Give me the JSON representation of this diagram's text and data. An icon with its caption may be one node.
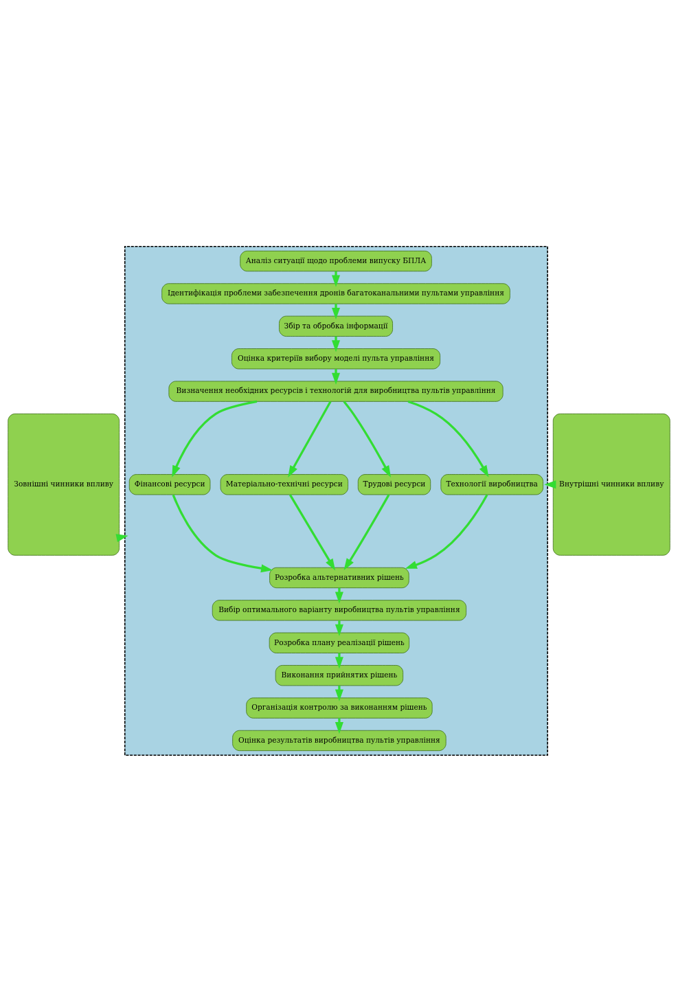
{
  "diagram": {
    "nodes": [
      {
        "text": [],
        "shape": "box"
      },
      {
        "text": [
          "Аналіз ситуації щодо проблеми випуску БПЛА"
        ],
        "in": 0
      },
      {
        "text": [
          "Ідентифікація проблеми забезпечення дронів багатоканальними пультами управління"
        ],
        "in": 0
      },
      {
        "text": [
          "Збір та обробка інформації"
        ],
        "in": 0
      },
      {
        "text": [
          "Оцінка критеріїв вибору моделі пульта управління"
        ],
        "in": 0
      },
      {
        "text": [
          "Визначення необхідних ресурсів і технологій для виробництва пультів управління"
        ],
        "in": 0
      },
      {
        "text": [
          "Фінансові ресурси"
        ],
        "in": 0
      },
      {
        "text": [
          "Матеріально-технічні ресурси"
        ],
        "in": 0
      },
      {
        "text": [
          "Трудові ресурси"
        ],
        "in": 0
      },
      {
        "text": [
          "Технології виробництва"
        ],
        "in": 0
      },
      {
        "text": [
          "Розробка альтернативних рішень"
        ],
        "in": 0
      },
      {
        "text": [
          "Вибір оптимального варіанту виробництва пультів управління"
        ],
        "in": 0
      },
      {
        "text": [
          "Розробка плану реалізації рішень"
        ],
        "in": 0
      },
      {
        "text": [
          "Виконання прийнятих рішень"
        ],
        "in": 0
      },
      {
        "text": [
          "Організація контролю за виконанням рішень"
        ],
        "in": 0
      },
      {
        "text": [
          "Оцінка результатів виробництва пультів управління"
        ],
        "in": 0
      },
      {
        "text": [
          "Зовнішні чинники впливу"
        ]
      },
      {
        "text": [
          "Внутрішні чинники впливу"
        ]
      }
    ],
    "edges": [
      {
        "from": 1,
        "to": 2,
        "arrow": "to"
      },
      {
        "from": 2,
        "to": 3,
        "arrow": "to"
      },
      {
        "from": 3,
        "to": 4,
        "arrow": "to"
      },
      {
        "from": 4,
        "to": 5,
        "arrow": "to"
      },
      {
        "from": 5,
        "to": 6,
        "arrow": "to"
      },
      {
        "from": 5,
        "to": 7,
        "arrow": "to"
      },
      {
        "from": 5,
        "to": 8,
        "arrow": "to"
      },
      {
        "from": 5,
        "to": 9,
        "arrow": "to"
      },
      {
        "from": 6,
        "to": 10,
        "arrow": "to"
      },
      {
        "from": 7,
        "to": 10,
        "arrow": "to"
      },
      {
        "from": 8,
        "to": 10,
        "arrow": "to"
      },
      {
        "from": 9,
        "to": 10,
        "arrow": "to"
      },
      {
        "from": 10,
        "to": 11,
        "arrow": "to"
      },
      {
        "from": 11,
        "to": 12,
        "arrow": "to"
      },
      {
        "from": 12,
        "to": 13,
        "arrow": "to"
      },
      {
        "from": 13,
        "to": 14,
        "arrow": "to"
      },
      {
        "from": 14,
        "to": 15,
        "arrow": "to"
      },
      {
        "from": 16,
        "to": 0,
        "arrow": "to"
      },
      {
        "from": 17,
        "to": 0,
        "arrow": "to"
      }
    ]
  }
}
